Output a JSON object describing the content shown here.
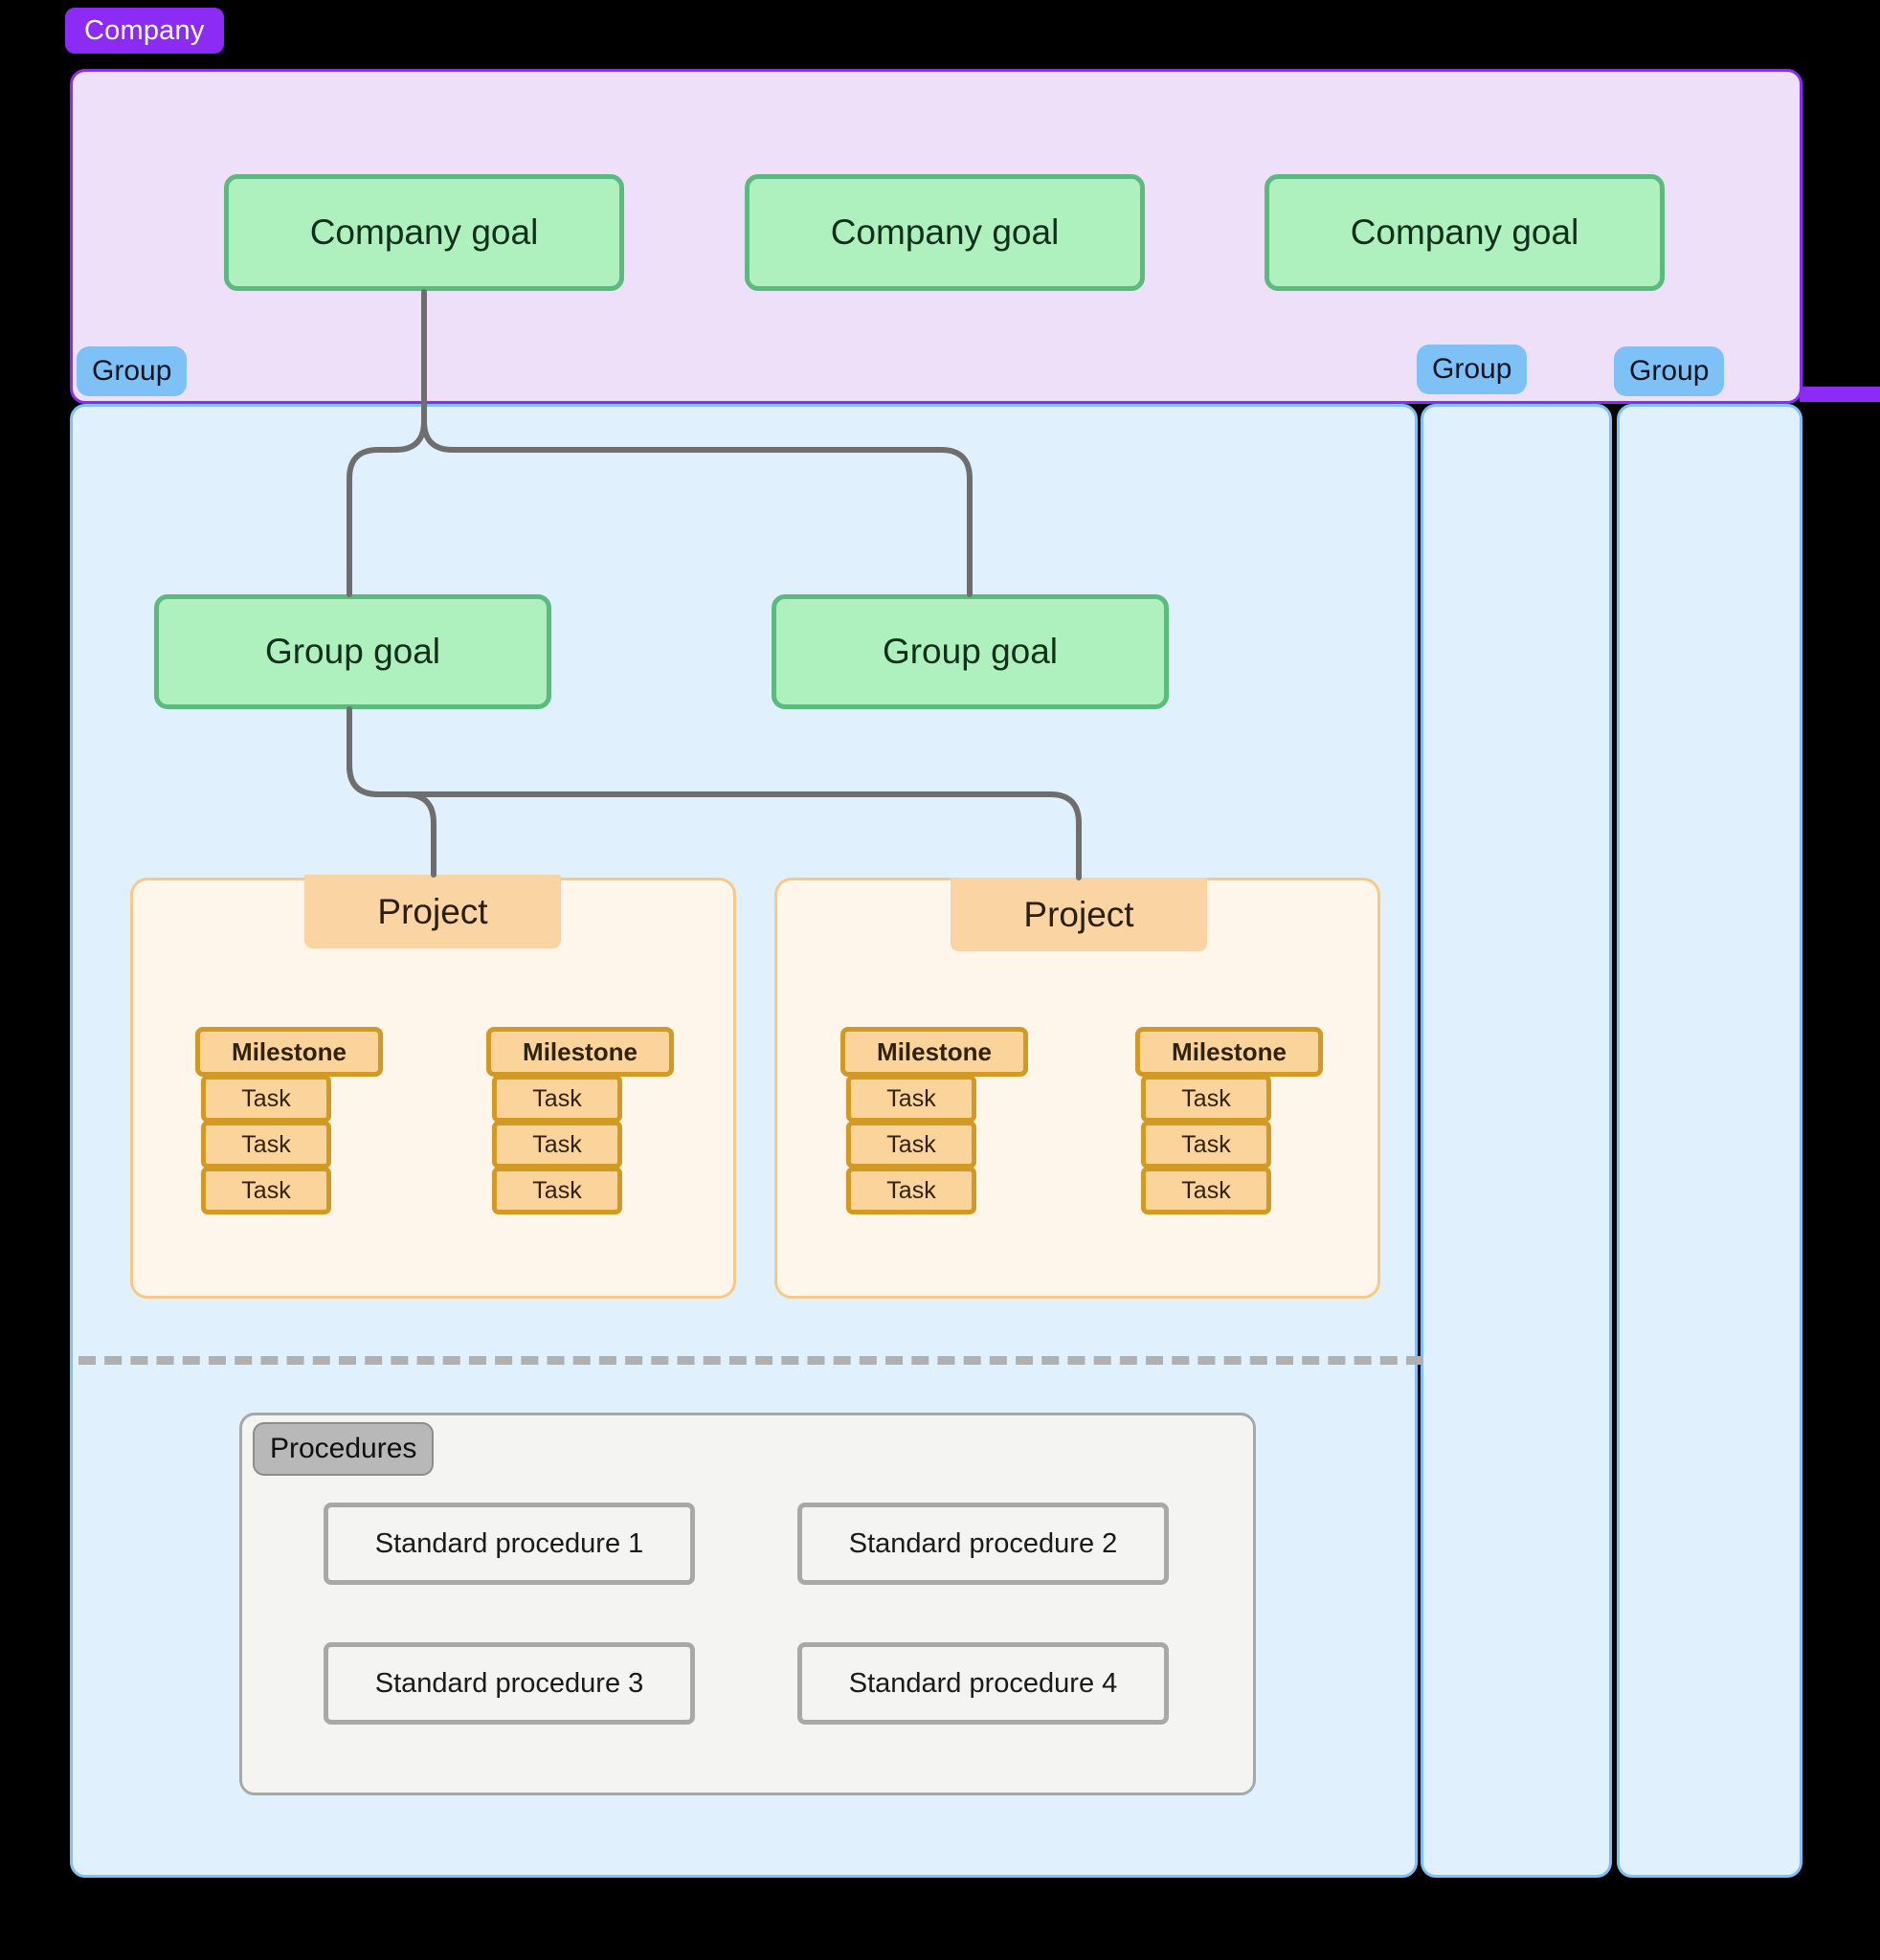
{
  "company": {
    "tag_label": "Company",
    "goals": [
      {
        "label": "Company goal"
      },
      {
        "label": "Company goal"
      },
      {
        "label": "Company goal"
      }
    ]
  },
  "groups": {
    "tags": [
      {
        "label": "Group"
      },
      {
        "label": "Group"
      },
      {
        "label": "Group"
      }
    ],
    "goals": [
      {
        "label": "Group goal"
      },
      {
        "label": "Group goal"
      }
    ]
  },
  "projects": [
    {
      "title": "Project",
      "milestones": [
        {
          "label": "Milestone",
          "tasks": [
            "Task",
            "Task",
            "Task"
          ]
        },
        {
          "label": "Milestone",
          "tasks": [
            "Task",
            "Task",
            "Task"
          ]
        }
      ]
    },
    {
      "title": "Project",
      "milestones": [
        {
          "label": "Milestone",
          "tasks": [
            "Task",
            "Task",
            "Task"
          ]
        },
        {
          "label": "Milestone",
          "tasks": [
            "Task",
            "Task",
            "Task"
          ]
        }
      ]
    }
  ],
  "procedures": {
    "tag_label": "Procedures",
    "items": [
      {
        "label": "Standard procedure 1"
      },
      {
        "label": "Standard procedure 2"
      },
      {
        "label": "Standard procedure 3"
      },
      {
        "label": "Standard procedure 4"
      }
    ]
  },
  "colors": {
    "company_accent": "#8B2BF5",
    "company_band_bg": "#EFE0FA",
    "group_accent": "#7EC1F7",
    "group_band_bg": "#E1F0FD",
    "goal_fill": "#AEF0BE",
    "goal_border": "#5CB980",
    "project_fill": "#FFF6EB",
    "project_border": "#F6C987",
    "project_title_fill": "#FAD5A3",
    "milestone_fill": "#FBD49C",
    "milestone_border": "#D29A24",
    "procedures_fill": "#F4F4F2",
    "procedures_border": "#A8A8A8",
    "procedures_tag_fill": "#B8B8B8",
    "connector": "#6E6E6E",
    "divider": "#B0B0B0",
    "background": "#000000"
  }
}
